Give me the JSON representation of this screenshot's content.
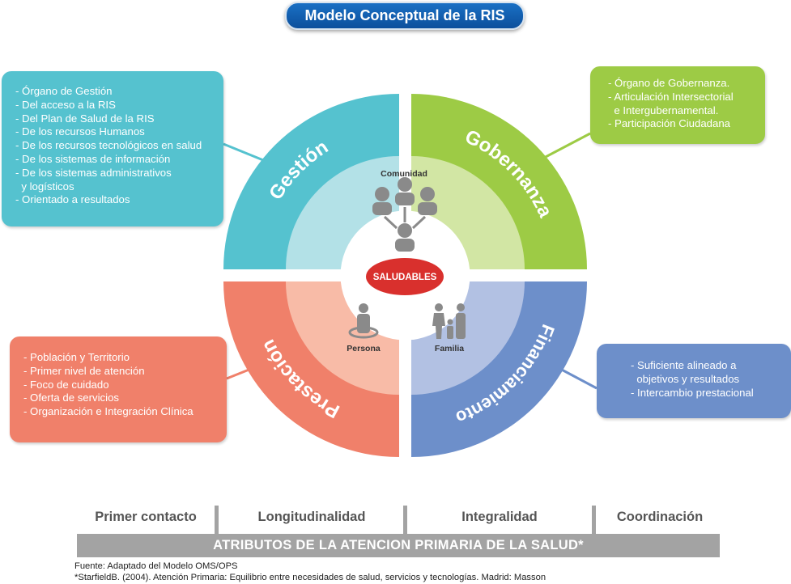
{
  "title": "Modelo Conceptual de la RIS",
  "quadrants": {
    "gestion": {
      "label": "Gestión",
      "color": "#55c2cf",
      "items": [
        "- Órgano de Gestión",
        "- Del acceso a la RIS",
        "- Del Plan de Salud de la RIS",
        "- De los recursos Humanos",
        "- De los recursos tecnológicos en salud",
        "- De los sistemas de información",
        "- De los sistemas administrativos",
        "  y logísticos",
        "- Orientado a resultados"
      ]
    },
    "gobernanza": {
      "label": "Gobernanza",
      "color": "#9dcb45",
      "items": [
        "- Órgano de Gobernanza.",
        "- Articulación Intersectorial",
        "  e Intergubernamental.",
        "- Participación Ciudadana"
      ]
    },
    "prestacion": {
      "label": "Prestación",
      "color": "#f0806a",
      "items": [
        "- Población y Territorio",
        "- Primer nivel de atención",
        "- Foco de cuidado",
        "- Oferta de servicios",
        "- Organización e Integración Clínica"
      ]
    },
    "financiamiento": {
      "label": "Financiamiento",
      "color": "#6d8fca",
      "items": [
        "- Suficiente alineado a",
        "  objetivos y resultados",
        "- Intercambio prestacional"
      ]
    }
  },
  "center": {
    "main": "SALUDABLES",
    "comunidad": "Comunidad",
    "persona": "Persona",
    "familia": "Familia"
  },
  "attributes": [
    "Primer contacto",
    "Longitudinalidad",
    "Integralidad",
    "Coordinación"
  ],
  "attributes_bar": "ATRIBUTOS DE LA ATENCION PRIMARIA DE LA SALUD*",
  "footnotes": [
    "Fuente: Adaptado del Modelo OMS/OPS",
    "*StarfieldB. (2004). Atención Primaria: Equilibrio entre necesidades de salud, servicios y tecnologías. Madrid: Masson"
  ]
}
